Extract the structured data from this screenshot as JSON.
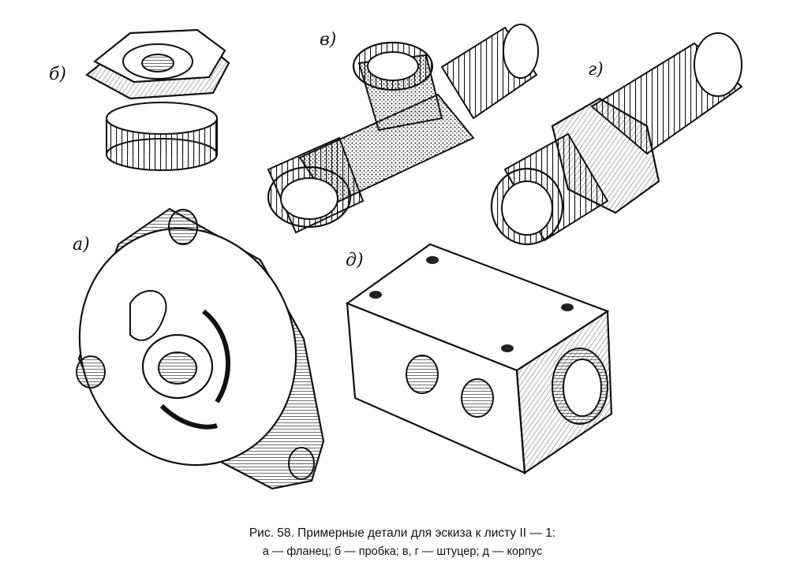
{
  "labels": {
    "b": "б)",
    "v": "в)",
    "g": "г)",
    "a": "а)",
    "d": "д)"
  },
  "caption": {
    "line1": "Рис. 58. Примерные детали для эскиза к листу II — 1:",
    "line2": "а — фланец; б — пробка; в, г — штуцер; д — корпус"
  }
}
